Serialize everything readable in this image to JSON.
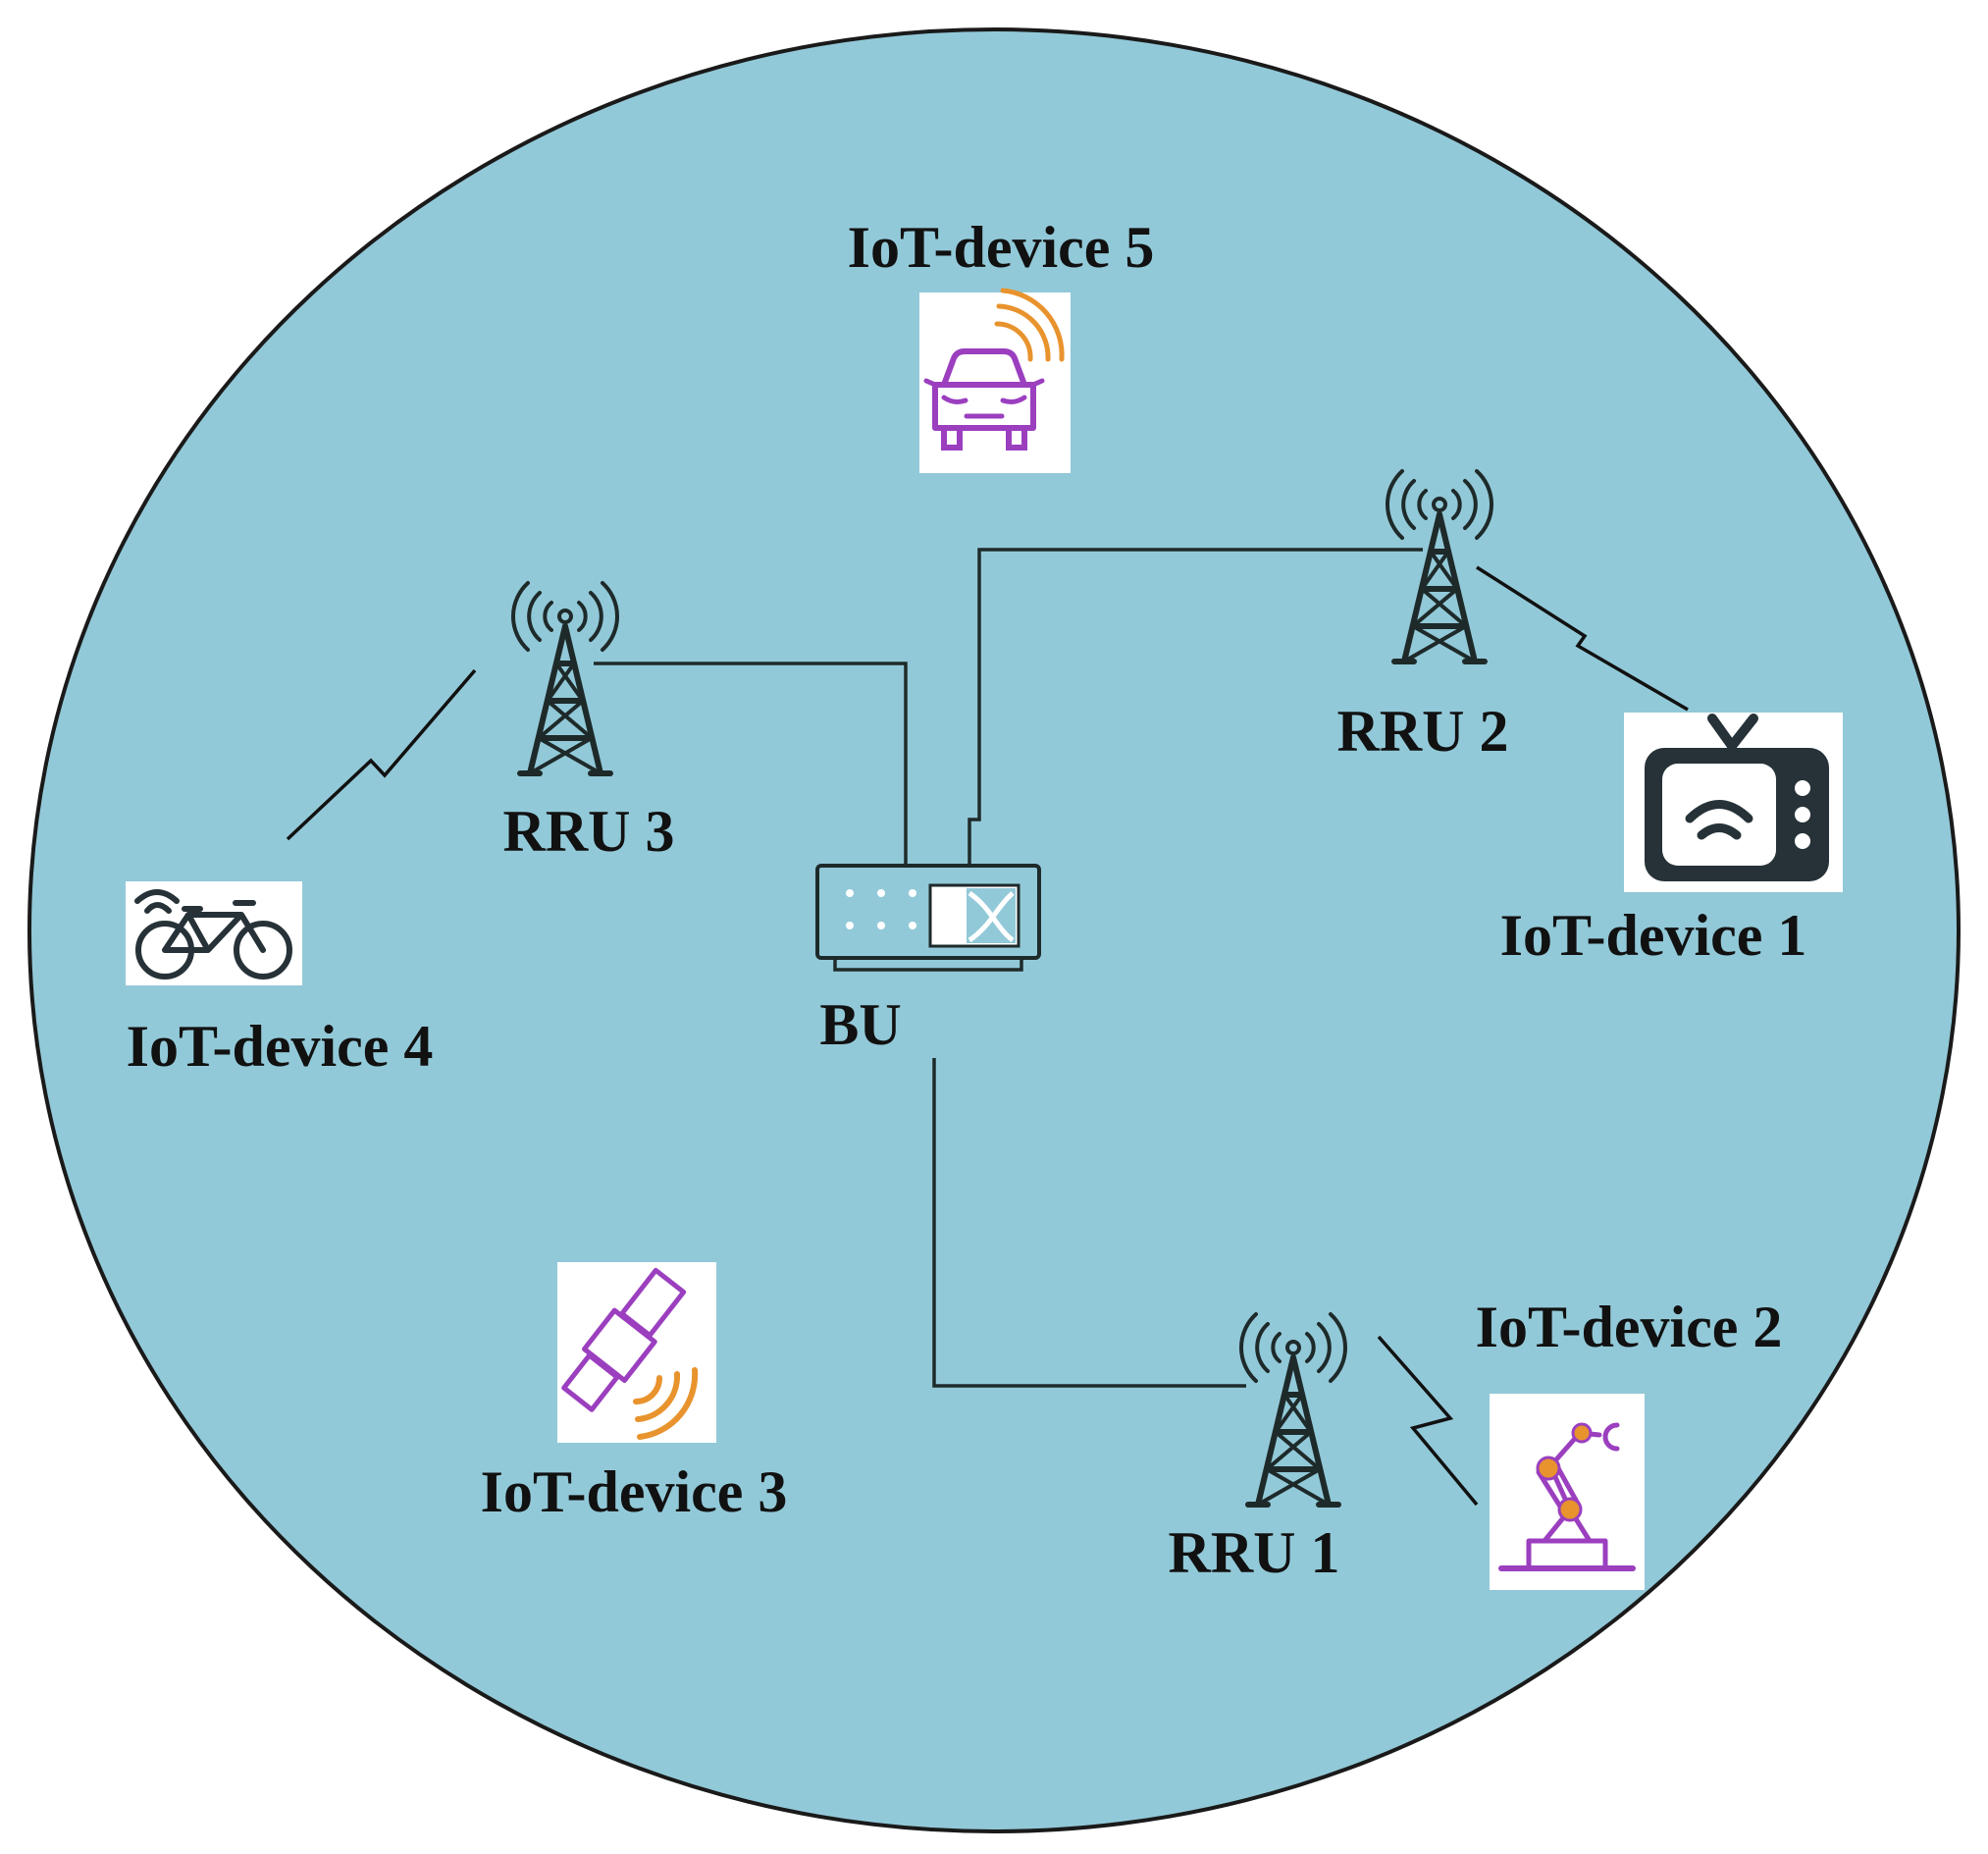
{
  "colors": {
    "coverage_area": "#92c9d8",
    "coverage_border": "#1a1a1a",
    "device_purple": "#9b3fbf",
    "signal_orange": "#e8932d",
    "tv_dark": "#263238",
    "line": "#1e2a2a"
  },
  "nodes": {
    "bu": {
      "label": "BU",
      "icon": "baseband-unit-icon"
    },
    "rru1": {
      "label": "RRU 1",
      "icon": "radio-tower-icon"
    },
    "rru2": {
      "label": "RRU 2",
      "icon": "radio-tower-icon"
    },
    "rru3": {
      "label": "RRU 3",
      "icon": "radio-tower-icon"
    }
  },
  "devices": {
    "d1": {
      "label": "IoT-device 1",
      "icon": "smart-tv-icon"
    },
    "d2": {
      "label": "IoT-device 2",
      "icon": "robot-arm-icon"
    },
    "d3": {
      "label": "IoT-device 3",
      "icon": "satellite-icon"
    },
    "d4": {
      "label": "IoT-device 4",
      "icon": "bicycle-icon"
    },
    "d5": {
      "label": "IoT-device 5",
      "icon": "connected-car-icon"
    }
  },
  "links": {
    "wired": [
      [
        "bu",
        "rru1"
      ],
      [
        "bu",
        "rru2"
      ],
      [
        "bu",
        "rru3"
      ]
    ],
    "wireless": [
      [
        "rru1",
        "d2"
      ],
      [
        "rru2",
        "d1"
      ],
      [
        "rru3",
        "d4"
      ]
    ]
  }
}
